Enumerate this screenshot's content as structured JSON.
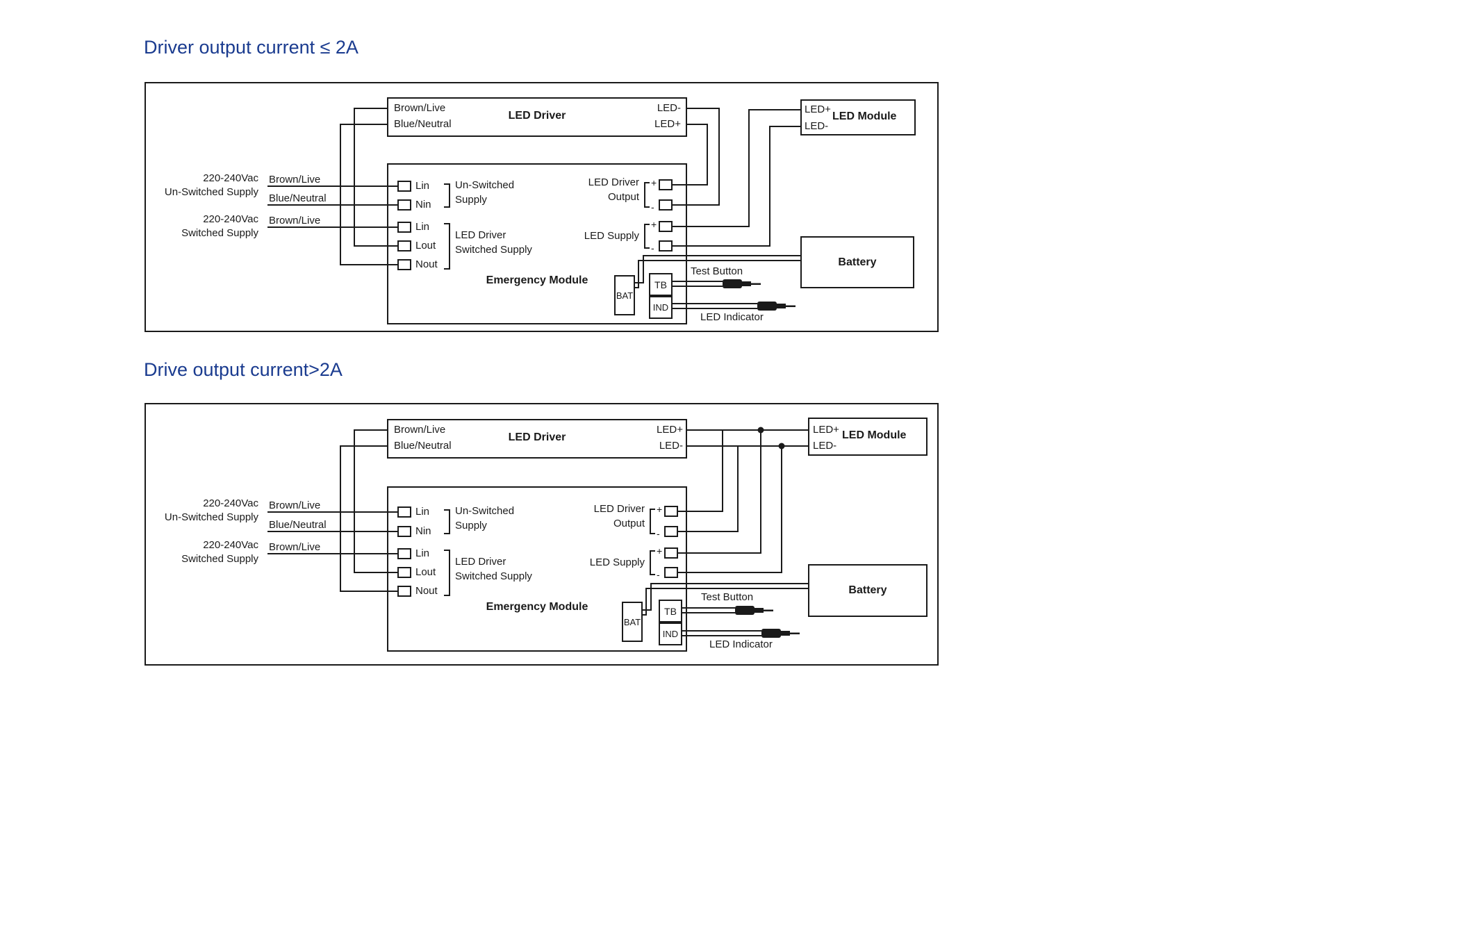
{
  "colors": {
    "title_blue": "#1a3b8f",
    "ink": "#1a1a1a"
  },
  "d1": {
    "title": "Driver output current ≤ 2A",
    "driver": {
      "label": "LED Driver",
      "in_top": "Brown/Live",
      "in_bottom": "Blue/Neutral",
      "out_top": "LED-",
      "out_bottom": "LED+"
    },
    "module": {
      "label": "LED Module",
      "plus": "LED+",
      "minus": "LED-"
    },
    "battery": {
      "label": "Battery"
    },
    "mains_unswitched": {
      "line1": "220-240Vac",
      "line2": "Un-Switched Supply",
      "live": "Brown/Live",
      "neutral": "Blue/Neutral"
    },
    "mains_switched": {
      "line1": "220-240Vac",
      "line2": "Switched Supply",
      "live": "Brown/Live"
    },
    "em": {
      "label": "Emergency Module",
      "lin1": "Lin",
      "nin": "Nin",
      "lin2": "Lin",
      "lout": "Lout",
      "nout": "Nout",
      "unswitched1": "Un-Switched",
      "unswitched2": "Supply",
      "switched1": "LED Driver",
      "switched2": "Switched Supply",
      "output1": "LED Driver",
      "output2": "Output",
      "led_supply": "LED Supply",
      "plus": "+",
      "minus": "-",
      "bat": "BAT",
      "tb": "TB",
      "ind": "IND"
    },
    "test_button": "Test Button",
    "led_indicator": "LED Indicator"
  },
  "d2": {
    "title": "Drive output current>2A",
    "driver": {
      "label": "LED Driver",
      "in_top": "Brown/Live",
      "in_bottom": "Blue/Neutral",
      "out_top": "LED+",
      "out_bottom": "LED-"
    },
    "module": {
      "label": "LED Module",
      "plus": "LED+",
      "minus": "LED-"
    },
    "battery": {
      "label": "Battery"
    },
    "mains_unswitched": {
      "line1": "220-240Vac",
      "line2": "Un-Switched Supply",
      "live": "Brown/Live",
      "neutral": "Blue/Neutral"
    },
    "mains_switched": {
      "line1": "220-240Vac",
      "line2": "Switched Supply",
      "live": "Brown/Live"
    },
    "em": {
      "label": "Emergency Module",
      "lin1": "Lin",
      "nin": "Nin",
      "lin2": "Lin",
      "lout": "Lout",
      "nout": "Nout",
      "unswitched1": "Un-Switched",
      "unswitched2": "Supply",
      "switched1": "LED Driver",
      "switched2": "Switched Supply",
      "output1": "LED Driver",
      "output2": "Output",
      "led_supply": "LED Supply",
      "plus": "+",
      "minus": "-",
      "bat": "BAT",
      "tb": "TB",
      "ind": "IND"
    },
    "test_button": "Test Button",
    "led_indicator": "LED Indicator"
  }
}
